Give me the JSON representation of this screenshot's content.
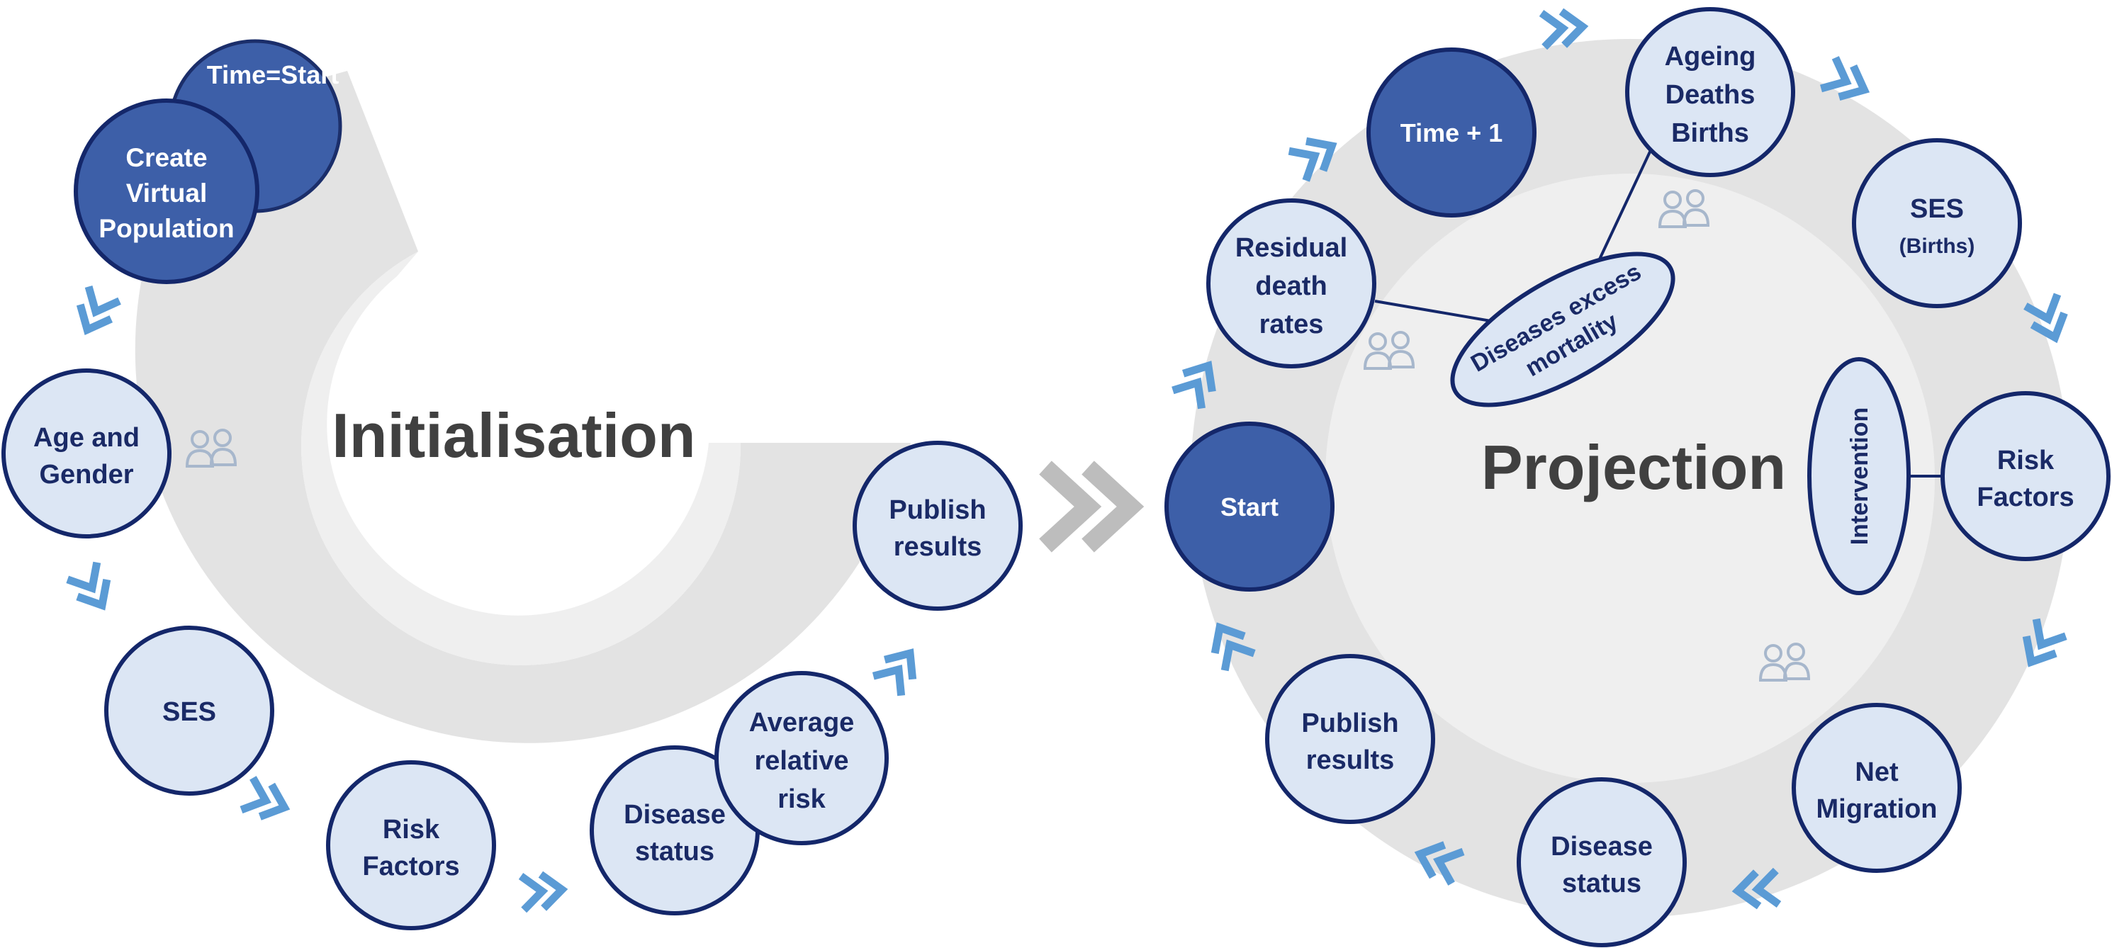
{
  "colors": {
    "dark_fill": "#3d5fa8",
    "dark_stroke": "#1b2e6a",
    "light_fill": "#dce6f4",
    "light_stroke": "#14276a",
    "text_dark": "#1a2a66",
    "ring": "#e3e3e3",
    "chevron": "#5b9bd5",
    "big_arrow": "#bdbdbd",
    "icon": "#a7b7cc"
  },
  "initialisation": {
    "title": "Initialisation",
    "nodes": [
      {
        "id": "time-start",
        "lines": [
          "Time=Start"
        ],
        "style": "dark"
      },
      {
        "id": "create-virtual-population",
        "lines": [
          "Create",
          "Virtual",
          "Population"
        ],
        "style": "dark"
      },
      {
        "id": "age-and-gender",
        "lines": [
          "Age and",
          "Gender"
        ],
        "style": "light"
      },
      {
        "id": "ses",
        "lines": [
          "SES"
        ],
        "style": "light"
      },
      {
        "id": "risk-factors",
        "lines": [
          "Risk",
          "Factors"
        ],
        "style": "light"
      },
      {
        "id": "disease-status",
        "lines": [
          "Disease",
          "status"
        ],
        "style": "light"
      },
      {
        "id": "average-relative-risk",
        "lines": [
          "Average",
          "relative",
          "risk"
        ],
        "style": "light"
      },
      {
        "id": "publish-results",
        "lines": [
          "Publish",
          "results"
        ],
        "style": "light"
      }
    ]
  },
  "projection": {
    "title": "Projection",
    "nodes": [
      {
        "id": "start",
        "lines": [
          "Start"
        ],
        "style": "dark"
      },
      {
        "id": "residual-death-rates",
        "lines": [
          "Residual",
          "death",
          "rates"
        ],
        "style": "light"
      },
      {
        "id": "time-plus-1",
        "lines": [
          "Time + 1"
        ],
        "style": "dark"
      },
      {
        "id": "ageing-deaths-births",
        "lines": [
          "Ageing",
          "Deaths",
          "Births"
        ],
        "style": "light"
      },
      {
        "id": "ses",
        "lines": [
          "SES"
        ],
        "sub": "(Births)",
        "style": "light"
      },
      {
        "id": "risk-factors",
        "lines": [
          "Risk",
          "Factors"
        ],
        "style": "light"
      },
      {
        "id": "net-migration",
        "lines": [
          "Net",
          "Migration"
        ],
        "style": "light"
      },
      {
        "id": "disease-status",
        "lines": [
          "Disease",
          "status"
        ],
        "style": "light"
      },
      {
        "id": "publish-results",
        "lines": [
          "Publish",
          "results"
        ],
        "style": "light"
      }
    ],
    "ellipses": [
      {
        "id": "diseases-excess-mortality",
        "lines": [
          "Diseases excess",
          "mortality"
        ]
      },
      {
        "id": "intervention",
        "lines": [
          "Intervention"
        ]
      }
    ]
  },
  "icons": [
    "people-icon",
    "people-icon",
    "people-icon",
    "people-icon"
  ]
}
